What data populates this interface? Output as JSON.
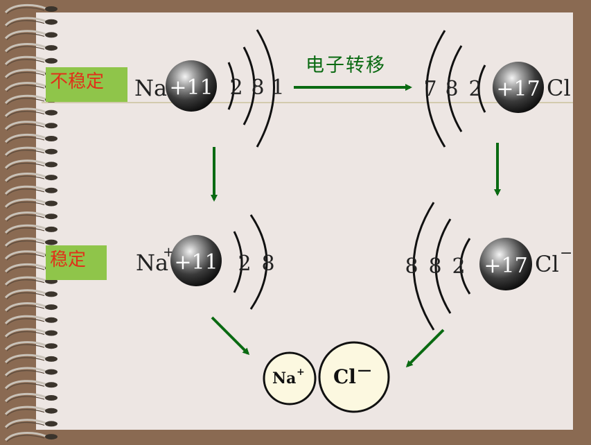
{
  "labels": {
    "unstable": "不稳定",
    "stable": "稳定"
  },
  "transfer": {
    "text": "电子转移"
  },
  "atoms": {
    "na_atom": {
      "symbol": "Na",
      "nucleus": "+11",
      "shells": [
        "2",
        "8",
        "1"
      ]
    },
    "cl_atom": {
      "symbol": "Cl",
      "nucleus": "+17",
      "shells": [
        "7",
        "8",
        "2"
      ]
    },
    "na_ion": {
      "symbol": "Na",
      "charge": "+",
      "nucleus": "+11",
      "shells": [
        "2",
        "8"
      ]
    },
    "cl_ion": {
      "symbol": "Cl",
      "charge": "−",
      "nucleus": "+17",
      "shells": [
        "8",
        "8",
        "2"
      ]
    }
  },
  "product": {
    "na": {
      "symbol": "Na",
      "charge": "+"
    },
    "cl": {
      "symbol": "Cl",
      "charge": "—"
    }
  },
  "colors": {
    "frame": "#8a6a52",
    "board": "#ede6e3",
    "label_bg": "#8fc54a",
    "label_text": "#e0301a",
    "arrow": "#0a6a12",
    "text": "#222222",
    "product_fill": "#fcf8e0"
  }
}
